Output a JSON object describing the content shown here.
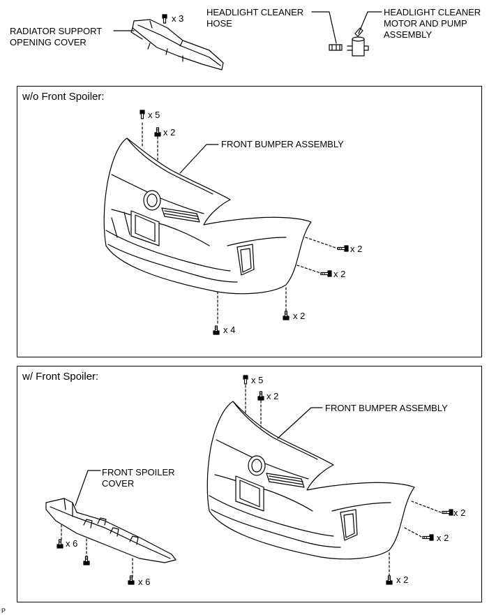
{
  "top": {
    "radiator_cover_label": [
      "RADIATOR SUPPORT",
      "OPENING COVER"
    ],
    "radiator_clip_qty": "x 3",
    "hose_label": [
      "HEADLIGHT CLEANER",
      "HOSE"
    ],
    "pump_label": [
      "HEADLIGHT CLEANER",
      "MOTOR AND PUMP",
      "ASSEMBLY"
    ]
  },
  "panel1": {
    "title": "w/o Front Spoiler:",
    "bumper_label": "FRONT BUMPER ASSEMBLY",
    "qty_top_clips": "x 5",
    "qty_top_screws": "x 2",
    "qty_side_upper": "x 2",
    "qty_side_lower": "x 2",
    "qty_bottom_right": "x 2",
    "qty_bottom_center": "x 4"
  },
  "panel2": {
    "title": "w/ Front Spoiler:",
    "bumper_label": "FRONT BUMPER ASSEMBLY",
    "spoiler_label": [
      "FRONT SPOILER",
      "COVER"
    ],
    "qty_top_clips": "x 5",
    "qty_top_screws": "x 2",
    "qty_side_upper": "x 2",
    "qty_side_lower": "x 2",
    "qty_bottom_right": "x 2",
    "qty_spoiler_left": "x 6",
    "qty_spoiler_bottom": "x 6"
  },
  "footer_code": "P"
}
